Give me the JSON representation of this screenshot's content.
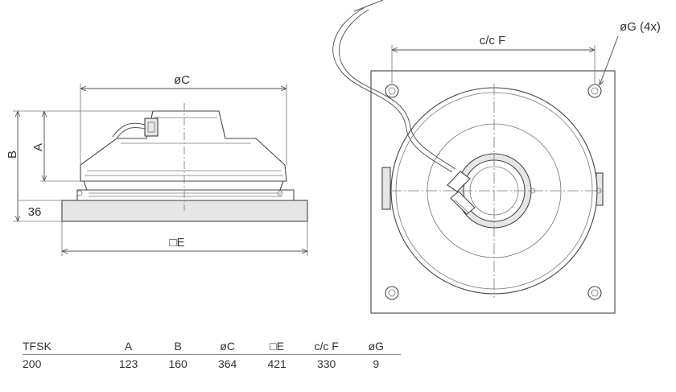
{
  "side_view": {
    "label_B": "B",
    "label_A": "A",
    "label_C": "øC",
    "label_36": "36",
    "label_E": "□E"
  },
  "top_view": {
    "label_F": "c/c F",
    "label_G": "øG (4x)"
  },
  "spec_table": {
    "headers": [
      "TFSK",
      "A",
      "B",
      "øC",
      "□E",
      "c/c F",
      "øG"
    ],
    "rows": [
      [
        "200",
        "123",
        "160",
        "364",
        "421",
        "330",
        "9"
      ]
    ]
  }
}
